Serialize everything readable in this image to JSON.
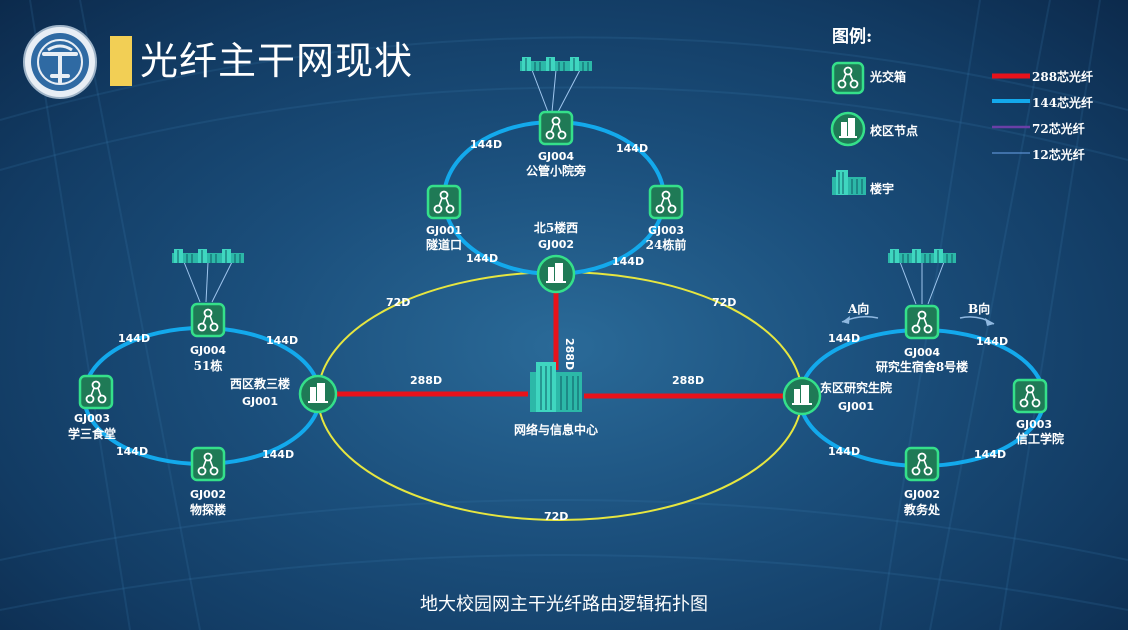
{
  "header": {
    "title": "光纤主干网现状"
  },
  "legend": {
    "title": "图例:",
    "icons": [
      {
        "label": "光交箱",
        "icon": "fiber-box-icon"
      },
      {
        "label": "校区节点",
        "icon": "campus-node-icon"
      },
      {
        "label": "楼宇",
        "icon": "building-icon"
      }
    ],
    "lines": [
      {
        "label": "288芯光纤",
        "color": "#e8121b"
      },
      {
        "label": "144芯光纤",
        "color": "#13a9ec"
      },
      {
        "label": "72芯光纤",
        "color": "#6a3fa6"
      },
      {
        "label": "12芯光纤",
        "color": "#5a8fd0"
      }
    ]
  },
  "diagram": {
    "center": {
      "label": "网络与信息中心"
    },
    "links": {
      "trunk_288": "288D",
      "ring_144": "144D",
      "ring_72": "72D"
    },
    "north": {
      "hub": {
        "label": "北5楼西",
        "code": "GJ002"
      },
      "boxes": [
        {
          "code": "GJ004",
          "name": "公管小院旁"
        },
        {
          "code": "GJ001",
          "name": "隧道口"
        },
        {
          "code": "GJ003",
          "name": "24栋前"
        }
      ]
    },
    "west": {
      "hub": {
        "label": "西区教三楼",
        "code": "GJ001"
      },
      "boxes": [
        {
          "code": "GJ004",
          "name": "51栋"
        },
        {
          "code": "GJ003",
          "name": "学三食堂"
        },
        {
          "code": "GJ002",
          "name": "物探楼"
        }
      ]
    },
    "east": {
      "hub": {
        "label": "东区研究生院",
        "code": "GJ001"
      },
      "boxes": [
        {
          "code": "GJ004",
          "name": "研究生宿舍8号楼"
        },
        {
          "code": "GJ003",
          "name": "信工学院"
        },
        {
          "code": "GJ002",
          "name": "教务处"
        }
      ],
      "direction_a": "A向",
      "direction_b": "B向"
    }
  },
  "footer": {
    "caption": "地大校园网主干光纤路由逻辑拓扑图"
  },
  "colors": {
    "trunk": "#e8121b",
    "ring144": "#13a9ec",
    "ring72": "#e6e640",
    "line12": "#5a8fd0",
    "box": "#2ed57a",
    "accent": "#f2cf55"
  }
}
